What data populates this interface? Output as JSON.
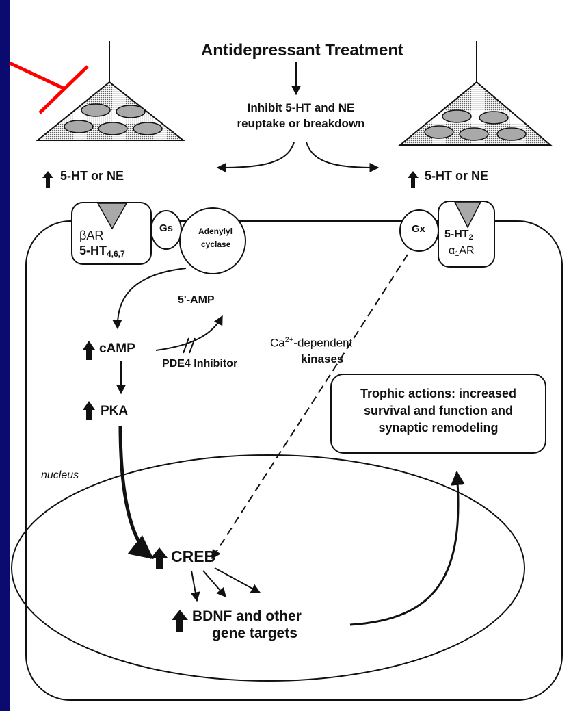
{
  "title": "Antidepressant Treatment",
  "inhibit_text_line1": "Inhibit 5-HT and NE",
  "inhibit_text_line2": "reuptake or breakdown",
  "left_neuron": {
    "label": "5-HT or NE"
  },
  "right_neuron": {
    "label": "5-HT or NE"
  },
  "receptors": {
    "left_line1": "βAR",
    "left_line2": "5-HT",
    "left_line2_sub": "4,6,7",
    "gs": "Gs",
    "adenylyl_line1": "Adenylyl",
    "adenylyl_line2": "cyclase",
    "gx": "Gx",
    "right_line1": "5-HT",
    "right_line1_sub": "2",
    "right_line2_prefix": "α",
    "right_line2_sub": "1",
    "right_line2_suffix": "AR"
  },
  "pathway": {
    "amp": "5'-AMP",
    "camp": "cAMP",
    "pde4": "PDE4 Inhibitor",
    "pka": "PKA",
    "ca_prefix": "Ca",
    "ca_sup": "2+",
    "ca_suffix": "-dependent",
    "kinases": "kinases"
  },
  "trophic": {
    "line1": "Trophic actions: increased",
    "line2": "survival and function and",
    "line3": "synaptic remodeling"
  },
  "nucleus": {
    "label": "nucleus",
    "creb": "CREB",
    "bdnf_line1": "BDNF and other",
    "bdnf_line2": "gene targets"
  },
  "colors": {
    "background": "#0b0a6e",
    "panel": "#ffffff",
    "line": "#111111",
    "vesicle": "#a9a9a9",
    "inhibition_mark": "#ff0000"
  }
}
